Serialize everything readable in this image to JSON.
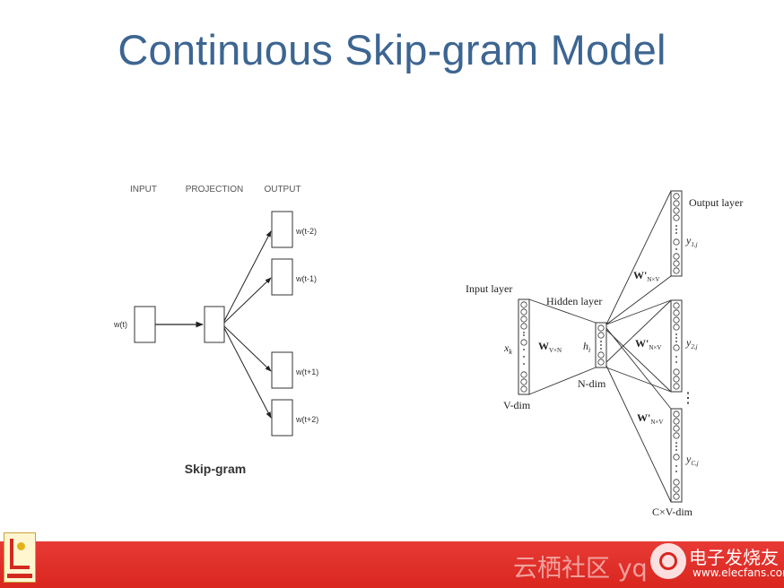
{
  "slide": {
    "title": "Continuous Skip-gram Model"
  },
  "left_diagram": {
    "headers": [
      "INPUT",
      "PROJECTION",
      "OUTPUT"
    ],
    "input_word": "w(t)",
    "output_words": [
      "w(t-2)",
      "w(t-1)",
      "w(t+1)",
      "w(t+2)"
    ],
    "caption": "Skip-gram"
  },
  "right_diagram": {
    "input_layer": "Input layer",
    "hidden_layer": "Hidden layer",
    "output_layer": "Output layer",
    "x_label": "x",
    "x_sub": "k",
    "h_label": "h",
    "h_sub": "i",
    "w_in": "W",
    "w_in_sub": "V×N",
    "w_out": "W'",
    "w_out_sub": "N×V",
    "y_labels": [
      {
        "main": "y",
        "sub": "1,j"
      },
      {
        "main": "y",
        "sub": "2,j"
      },
      {
        "main": "y",
        "sub": "C,j"
      }
    ],
    "v_dim": "V-dim",
    "n_dim": "N-dim",
    "cv_dim": "C×V-dim",
    "ellipsis": "⋮"
  },
  "footer": {
    "watermark_left": "云栖社区 yq",
    "brand_cn": "电子发烧友",
    "brand_url": "www.elecfans.com"
  },
  "colors": {
    "title": "#3d6591",
    "footer_red": "#d9261f"
  }
}
